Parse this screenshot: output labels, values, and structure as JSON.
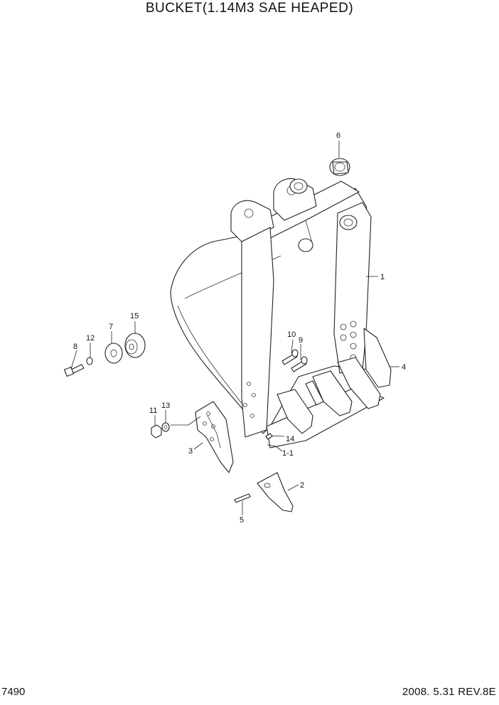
{
  "header": {
    "title": "BUCKET(1.14M3  SAE HEAPED)"
  },
  "footer": {
    "page_code": "7490",
    "revision": "2008. 5.31  REV.8E"
  },
  "callouts": [
    {
      "id": "c1",
      "label": "1"
    },
    {
      "id": "c1-1",
      "label": "1-1"
    },
    {
      "id": "c2",
      "label": "2"
    },
    {
      "id": "c3",
      "label": "3"
    },
    {
      "id": "c4",
      "label": "4"
    },
    {
      "id": "c5",
      "label": "5"
    },
    {
      "id": "c6",
      "label": "6"
    },
    {
      "id": "c7",
      "label": "7"
    },
    {
      "id": "c8",
      "label": "8"
    },
    {
      "id": "c9",
      "label": "9"
    },
    {
      "id": "c10",
      "label": "10"
    },
    {
      "id": "c11",
      "label": "11"
    },
    {
      "id": "c12",
      "label": "12"
    },
    {
      "id": "c13",
      "label": "13"
    },
    {
      "id": "c14",
      "label": "14"
    },
    {
      "id": "c15",
      "label": "15"
    }
  ]
}
